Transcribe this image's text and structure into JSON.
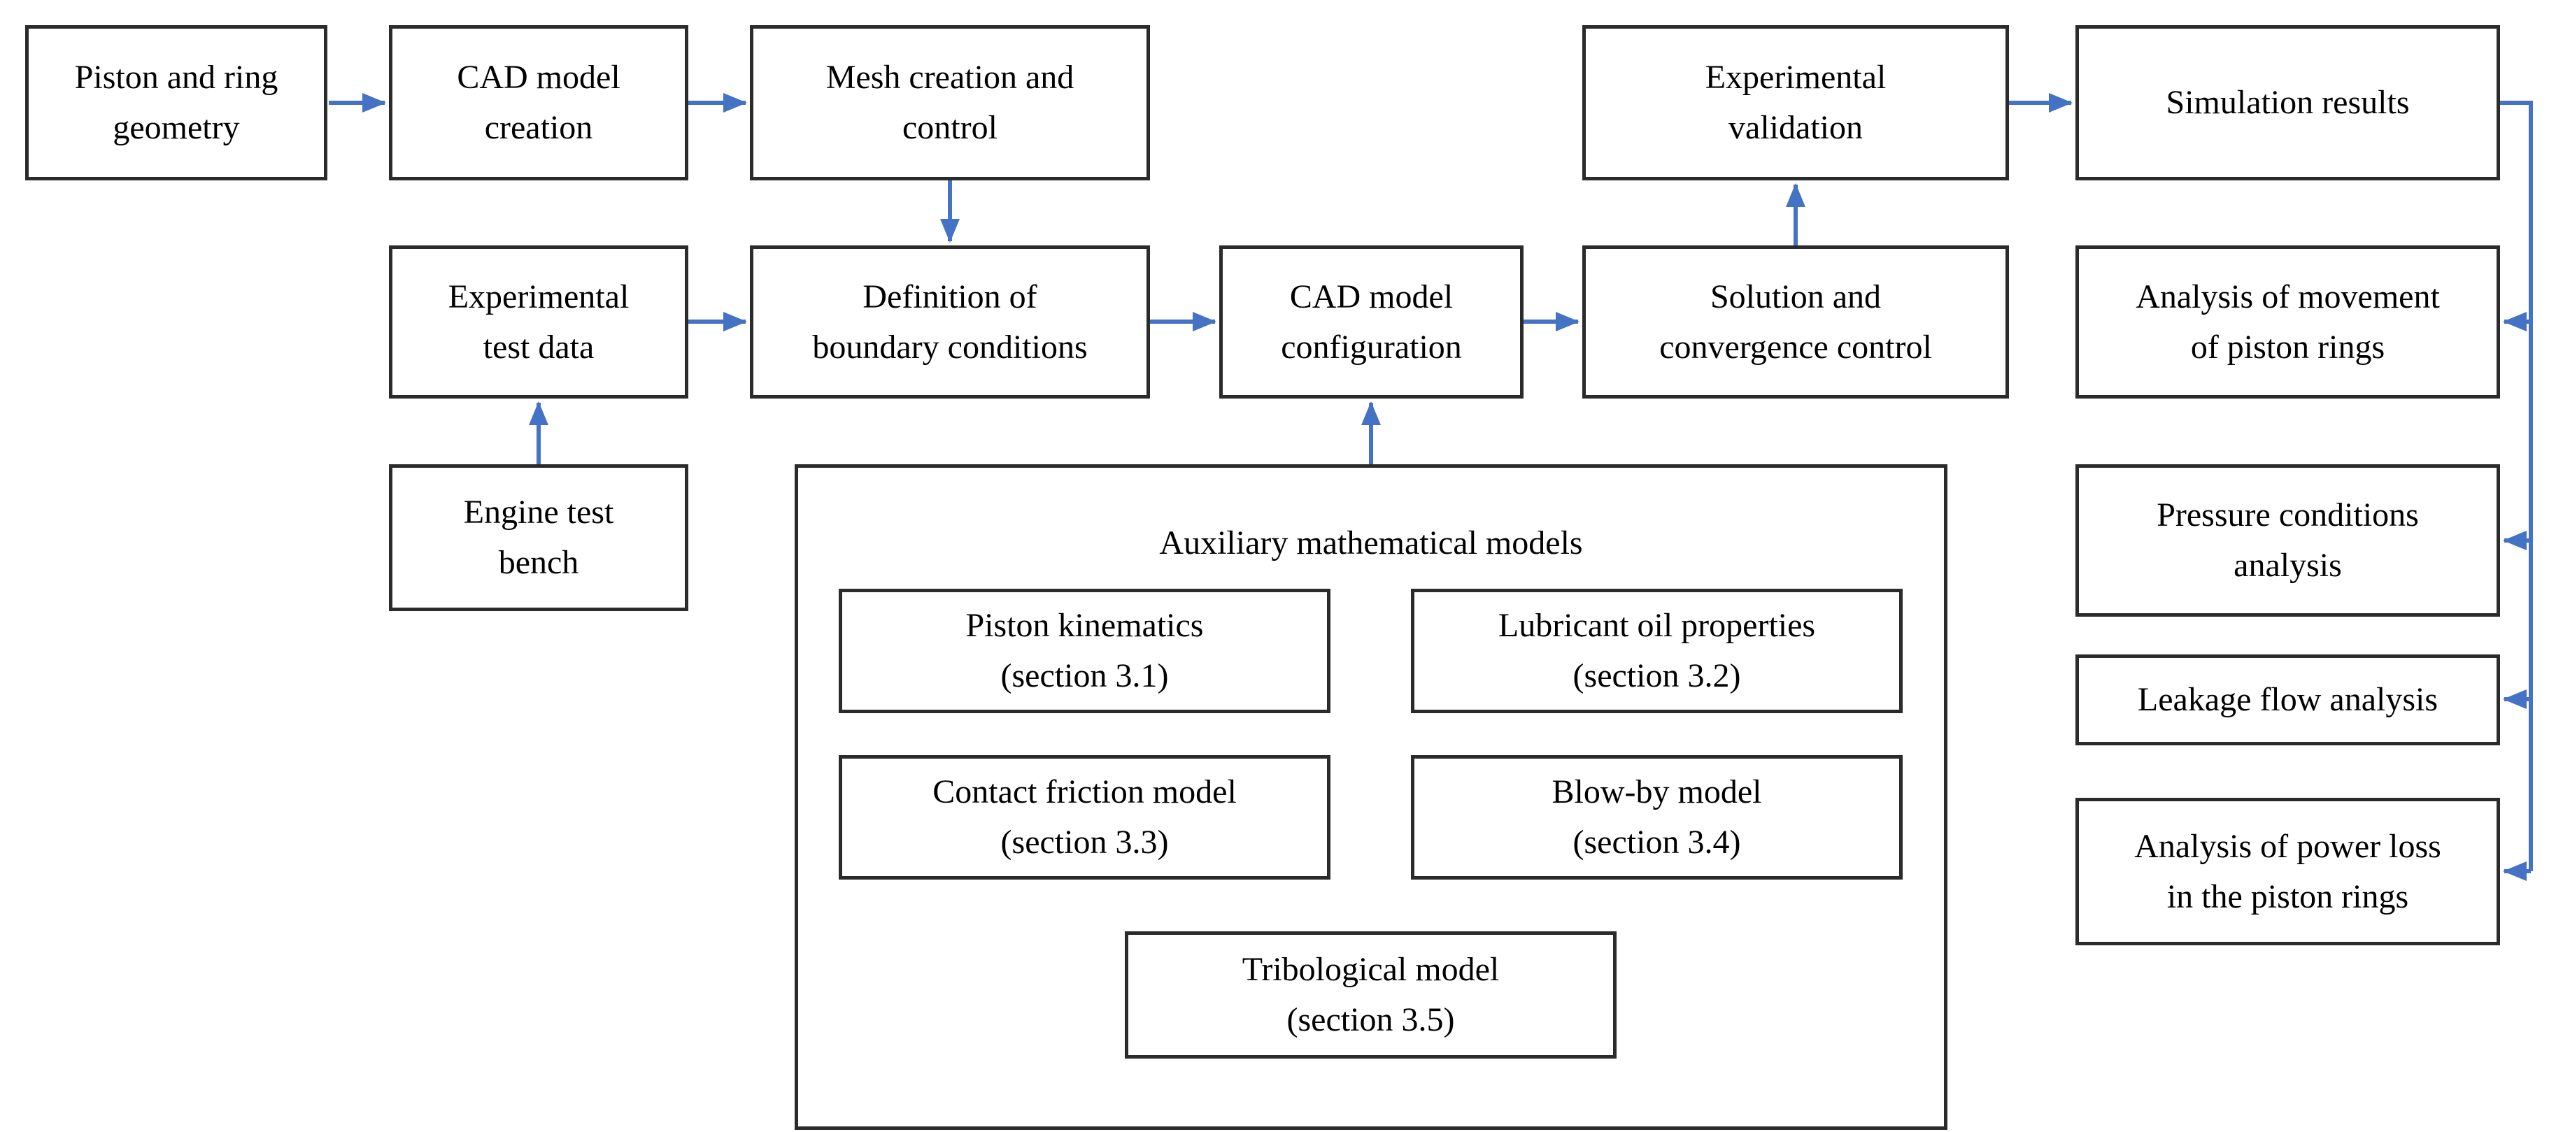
{
  "colors": {
    "arrow": "#4472C4",
    "box_border": "#2b2b2b",
    "text": "#000000",
    "background": "#ffffff"
  },
  "diagram": {
    "nodes": {
      "piston_ring_geometry": {
        "label": "Piston and ring\ngeometry"
      },
      "cad_model_creation": {
        "label": "CAD model\ncreation"
      },
      "mesh_creation_control": {
        "label": "Mesh creation and\ncontrol"
      },
      "experimental_validation": {
        "label": "Experimental\nvalidation"
      },
      "simulation_results": {
        "label": "Simulation results"
      },
      "experimental_test_data": {
        "label": "Experimental\ntest data"
      },
      "definition_boundary_conditions": {
        "label": "Definition of\nboundary conditions"
      },
      "cad_model_configuration": {
        "label": "CAD model\nconfiguration"
      },
      "solution_convergence_control": {
        "label": "Solution and\nconvergence control"
      },
      "analysis_movement_piston_rings": {
        "label": "Analysis of movement\nof piston rings"
      },
      "engine_test_bench": {
        "label": "Engine test\nbench"
      },
      "pressure_conditions_analysis": {
        "label": "Pressure conditions\nanalysis"
      },
      "leakage_flow_analysis": {
        "label": "Leakage flow analysis"
      },
      "analysis_power_loss": {
        "label": "Analysis of power loss\nin the piston rings"
      },
      "aux_models_container": {
        "title": "Auxiliary mathematical models"
      },
      "piston_kinematics": {
        "label": "Piston kinematics\n(section 3.1)"
      },
      "lubricant_oil_properties": {
        "label": "Lubricant oil properties\n(section 3.2)"
      },
      "contact_friction_model": {
        "label": "Contact friction model\n(section 3.3)"
      },
      "blow_by_model": {
        "label": "Blow-by model\n(section 3.4)"
      },
      "tribological_model": {
        "label": "Tribological model\n(section 3.5)"
      }
    }
  }
}
